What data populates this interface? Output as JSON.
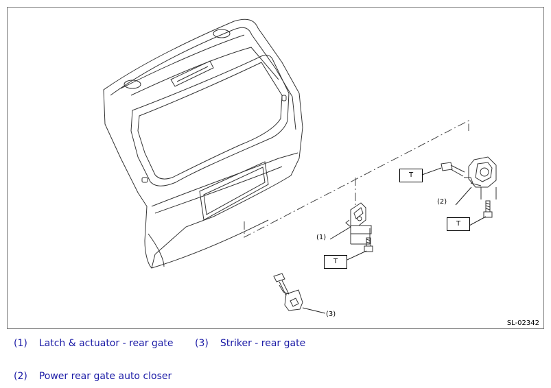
{
  "figure": {
    "id": "SL-02342",
    "callouts": {
      "c1": "(1)",
      "c2": "(2)",
      "c3": "(3)"
    },
    "torque_marks": {
      "t1": "T",
      "t2": "T",
      "t3": "T"
    }
  },
  "legend": [
    {
      "num": "(1)",
      "text": "Latch & actuator - rear gate"
    },
    {
      "num": "(3)",
      "text": "Striker - rear gate"
    },
    {
      "num": "(2)",
      "text": "Power rear gate auto closer"
    }
  ]
}
